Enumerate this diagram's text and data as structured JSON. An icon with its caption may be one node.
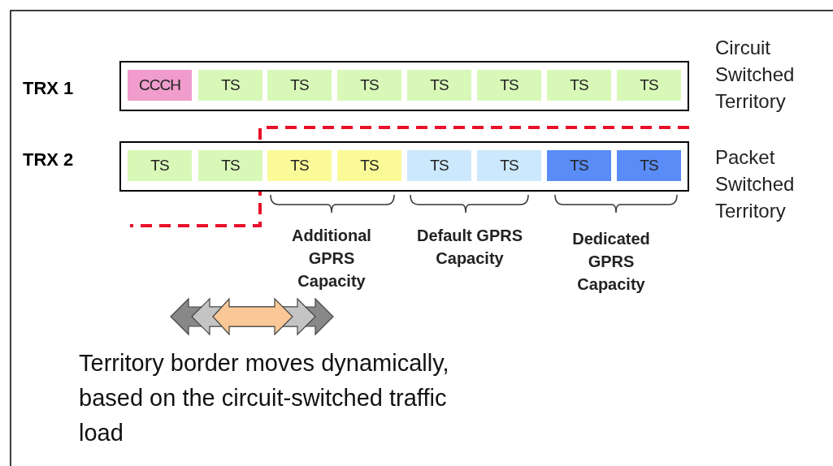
{
  "diagram": {
    "nodes": [
      {
        "text": [
          "TRX 1"
        ]
      },
      {
        "text": [
          "CCCH"
        ],
        "in": 0
      },
      {
        "text": [
          "TS"
        ],
        "in": 0
      },
      {
        "text": [
          "TS"
        ],
        "in": 0
      },
      {
        "text": [
          "TS"
        ],
        "in": 0
      },
      {
        "text": [
          "TS"
        ],
        "in": 0
      },
      {
        "text": [
          "TS"
        ],
        "in": 0
      },
      {
        "text": [
          "TS"
        ],
        "in": 0
      },
      {
        "text": [
          "TS"
        ],
        "in": 0
      },
      {
        "text": [
          "TRX 2"
        ]
      },
      {
        "text": [
          "TS"
        ],
        "in": 9
      },
      {
        "text": [
          "TS"
        ],
        "in": 9
      },
      {
        "text": [
          "TS"
        ],
        "in": 9
      },
      {
        "text": [
          "TS"
        ],
        "in": 9
      },
      {
        "text": [
          "TS"
        ],
        "in": 9
      },
      {
        "text": [
          "TS"
        ],
        "in": 9
      },
      {
        "text": [
          "TS"
        ],
        "in": 9
      },
      {
        "text": [
          "TS"
        ],
        "in": 9
      }
    ],
    "edges": [],
    "labels": [
      "Circuit Switched Territory",
      "Packet Switched Territory",
      "Additional GPR**S** Capacity",
      "Default GPR**S** Capacity",
      "Dedicated GPR**S** Capacity",
      "Territory border moves dynamically, based on the circuit-switched traffic load"
    ]
  }
}
